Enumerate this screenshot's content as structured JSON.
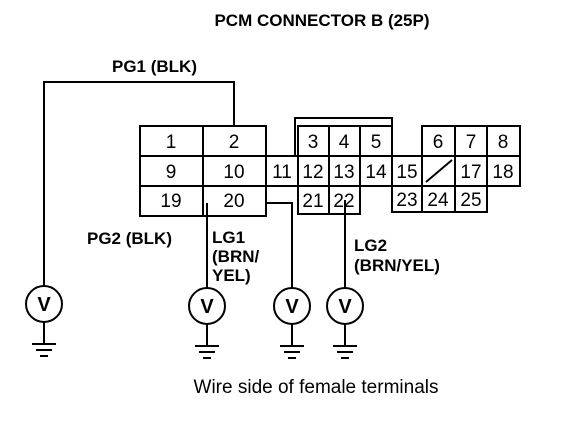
{
  "title": "PCM CONNECTOR B (25P)",
  "wires": {
    "pg1": "PG1 (BLK)",
    "pg2": "PG2 (BLK)",
    "lg1_line1": "LG1",
    "lg1_line2": "(BRN/",
    "lg1_line3": "YEL)",
    "lg2_line1": "LG2",
    "lg2_line2": "(BRN/YEL)"
  },
  "voltmeter_symbol": "V",
  "terminals": [
    "1",
    "2",
    "3",
    "4",
    "5",
    "6",
    "7",
    "8",
    "9",
    "10",
    "11",
    "12",
    "13",
    "14",
    "15",
    "17",
    "18",
    "19",
    "20",
    "21",
    "22",
    "23",
    "24",
    "25"
  ],
  "caption": "Wire side of female terminals"
}
